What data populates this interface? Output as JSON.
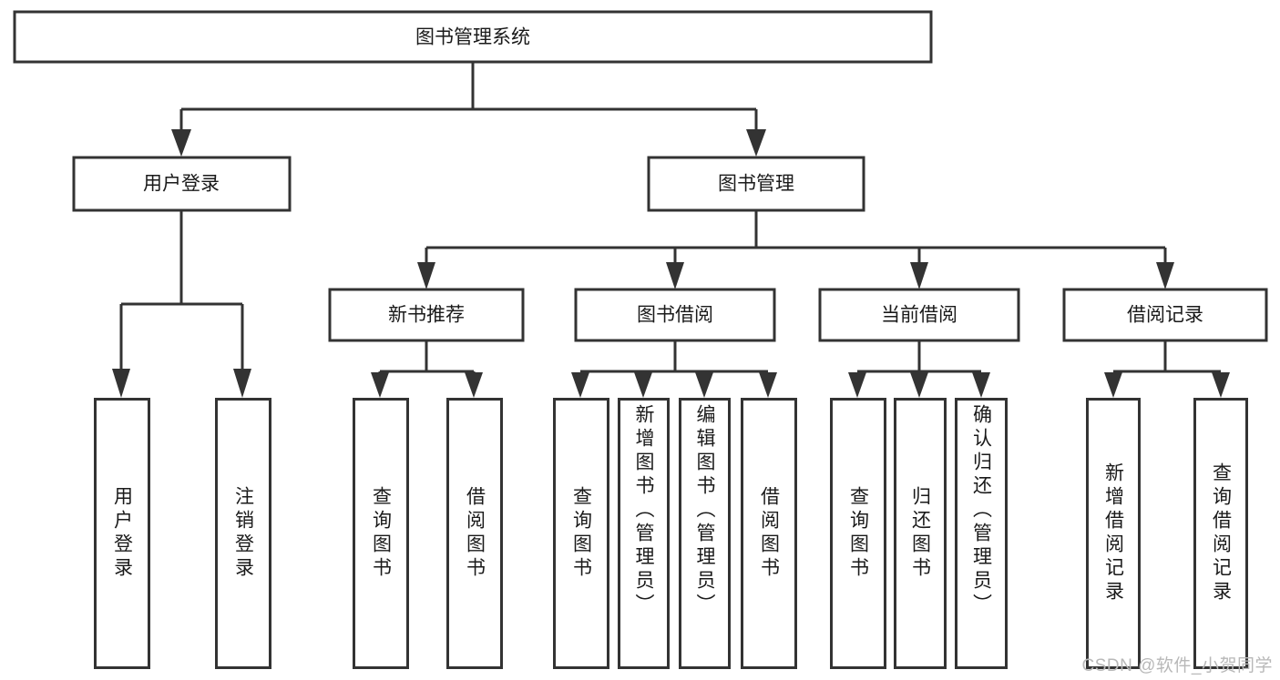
{
  "diagram": {
    "type": "tree-hierarchy-chart",
    "title": "图书管理系统",
    "watermark": "CSDN @软件_小贺同学",
    "colors": {
      "background": "#ffffff",
      "stroke": "#333333",
      "box_fill": "#ffffff",
      "text": "#1a1a1a",
      "watermark": "#b8b8b8"
    },
    "root": {
      "label": "图书管理系统"
    },
    "level2": [
      {
        "label": "用户登录"
      },
      {
        "label": "图书管理"
      }
    ],
    "level3": [
      {
        "label": "新书推荐"
      },
      {
        "label": "图书借阅"
      },
      {
        "label": "当前借阅"
      },
      {
        "label": "借阅记录"
      }
    ],
    "leaves": {
      "user_login": [
        {
          "label": "用户登录"
        },
        {
          "label": "注销登录"
        }
      ],
      "new_book_recommend": [
        {
          "label": "查询图书"
        },
        {
          "label": "借阅图书"
        }
      ],
      "book_borrow": [
        {
          "label": "查询图书"
        },
        {
          "label": "新增图书（管理员）"
        },
        {
          "label": "编辑图书（管理员）"
        },
        {
          "label": "借阅图书"
        }
      ],
      "current_borrow": [
        {
          "label": "查询图书"
        },
        {
          "label": "归还图书"
        },
        {
          "label": "确认归还（管理员）"
        }
      ],
      "borrow_record": [
        {
          "label": "新增借阅记录"
        },
        {
          "label": "查询借阅记录"
        }
      ]
    }
  }
}
